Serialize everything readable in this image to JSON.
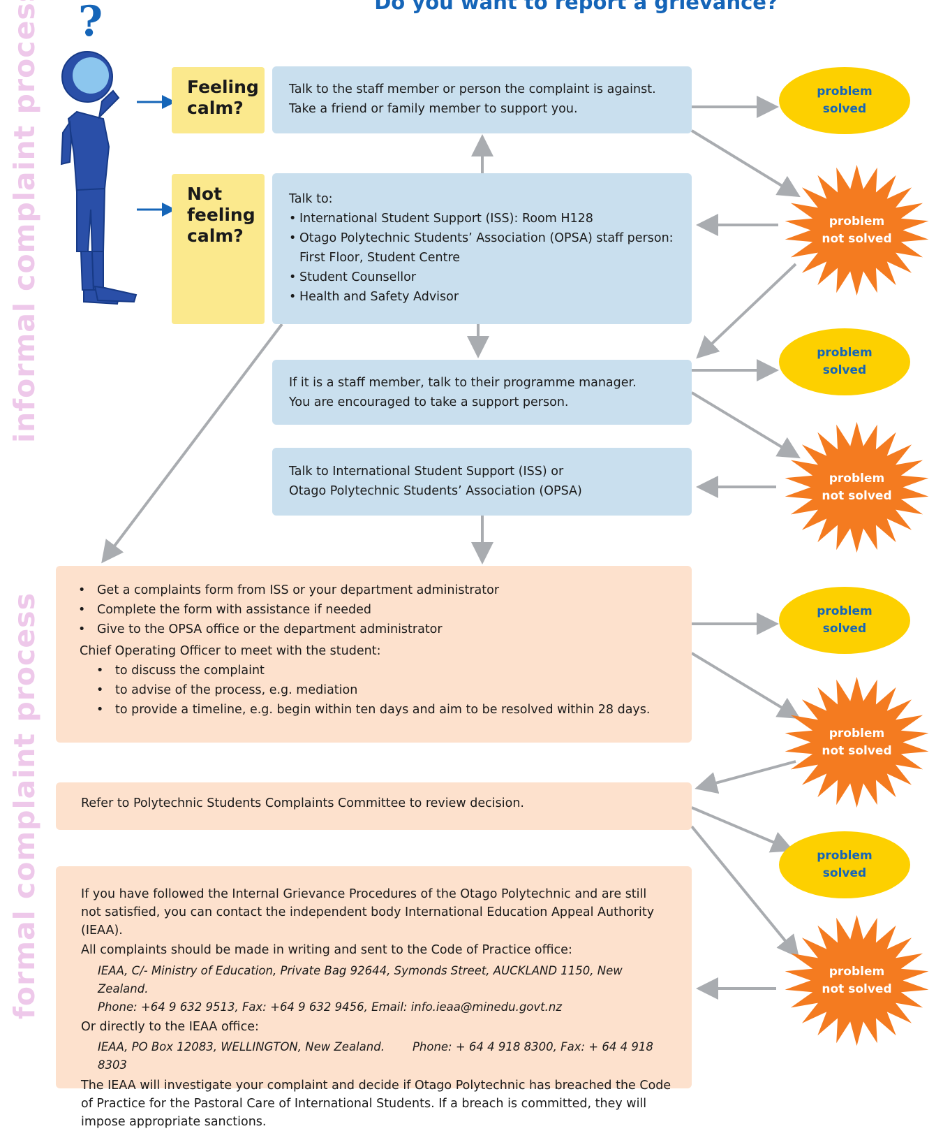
{
  "title": "Do you want to report a grievance?",
  "side_labels": {
    "informal": "informal complaint process",
    "formal": "formal complaint process"
  },
  "question_mark": "?",
  "prompts": {
    "calm": "Feeling calm?",
    "not_calm": "Not feeling calm?"
  },
  "steps": {
    "talk_staff": [
      "Talk to the staff member or person the complaint is against.",
      "Take a friend or family member to support you."
    ],
    "talk_to": {
      "heading": "Talk to:",
      "items": [
        "International Student Support (ISS): Room H128",
        "Otago Polytechnic Students’ Association (OPSA) staff person: First Floor, Student Centre",
        "Student Counsellor",
        "Health and Safety Advisor"
      ]
    },
    "programme_manager": [
      "If it is a staff member, talk to their programme manager.",
      "You are encouraged to take a support person."
    ],
    "iss_opsa": [
      "Talk to International Student Support (ISS) or",
      "Otago Polytechnic Students’ Association (OPSA)"
    ],
    "complaint_form": {
      "items": [
        "Get a complaints form from ISS or your department administrator",
        "Complete the form with assistance if needed",
        "Give to the OPSA office or the department administrator"
      ],
      "coo": "Chief Operating Officer to meet with the student:",
      "coo_items": [
        "to discuss the complaint",
        "to advise of the process, e.g. mediation",
        "to provide a timeline, e.g. begin within ten days and aim to be resolved within 28 days."
      ]
    },
    "committee": "Refer to Polytechnic Students Complaints Committee to review decision.",
    "ieaa": {
      "intro": "If you have followed the Internal Grievance Procedures of the Otago Polytechnic and are still not satisfied, you can contact the independent body International Education Appeal Authority (IEAA).",
      "written": "All complaints should be made in writing and sent to the Code of Practice office:",
      "address1": "IEAA, C/- Ministry of Education, Private Bag 92644, Symonds Street, AUCKLAND 1150, New Zealand.",
      "contact1": "Phone: +64 9 632 9513, Fax: +64 9 632 9456, Email:  info.ieaa@minedu.govt.nz",
      "direct": "Or directly to the IEAA office:",
      "address2": "IEAA, PO Box 12083, WELLINGTON, New Zealand.",
      "contact2": "Phone: + 64 4 918 8300, Fax: + 64 4 918 8303",
      "outcome": "The IEAA will investigate your complaint and decide if Otago Polytechnic has breached the Code of Practice for the Pastoral Care of International Students.  If a breach is committed, they will impose appropriate sanctions."
    }
  },
  "outcomes": {
    "solved": "problem\nsolved",
    "not_solved": "problem\nnot solved"
  },
  "colors": {
    "title": "#1565b8",
    "yellow_box": "#fbe98d",
    "blue_box": "#c9dfee",
    "peach_box": "#fde1cd",
    "oval": "#fdd000",
    "burst": "#f47b20",
    "arrow": "#a9acb0",
    "side_label": "#eec8ea"
  }
}
